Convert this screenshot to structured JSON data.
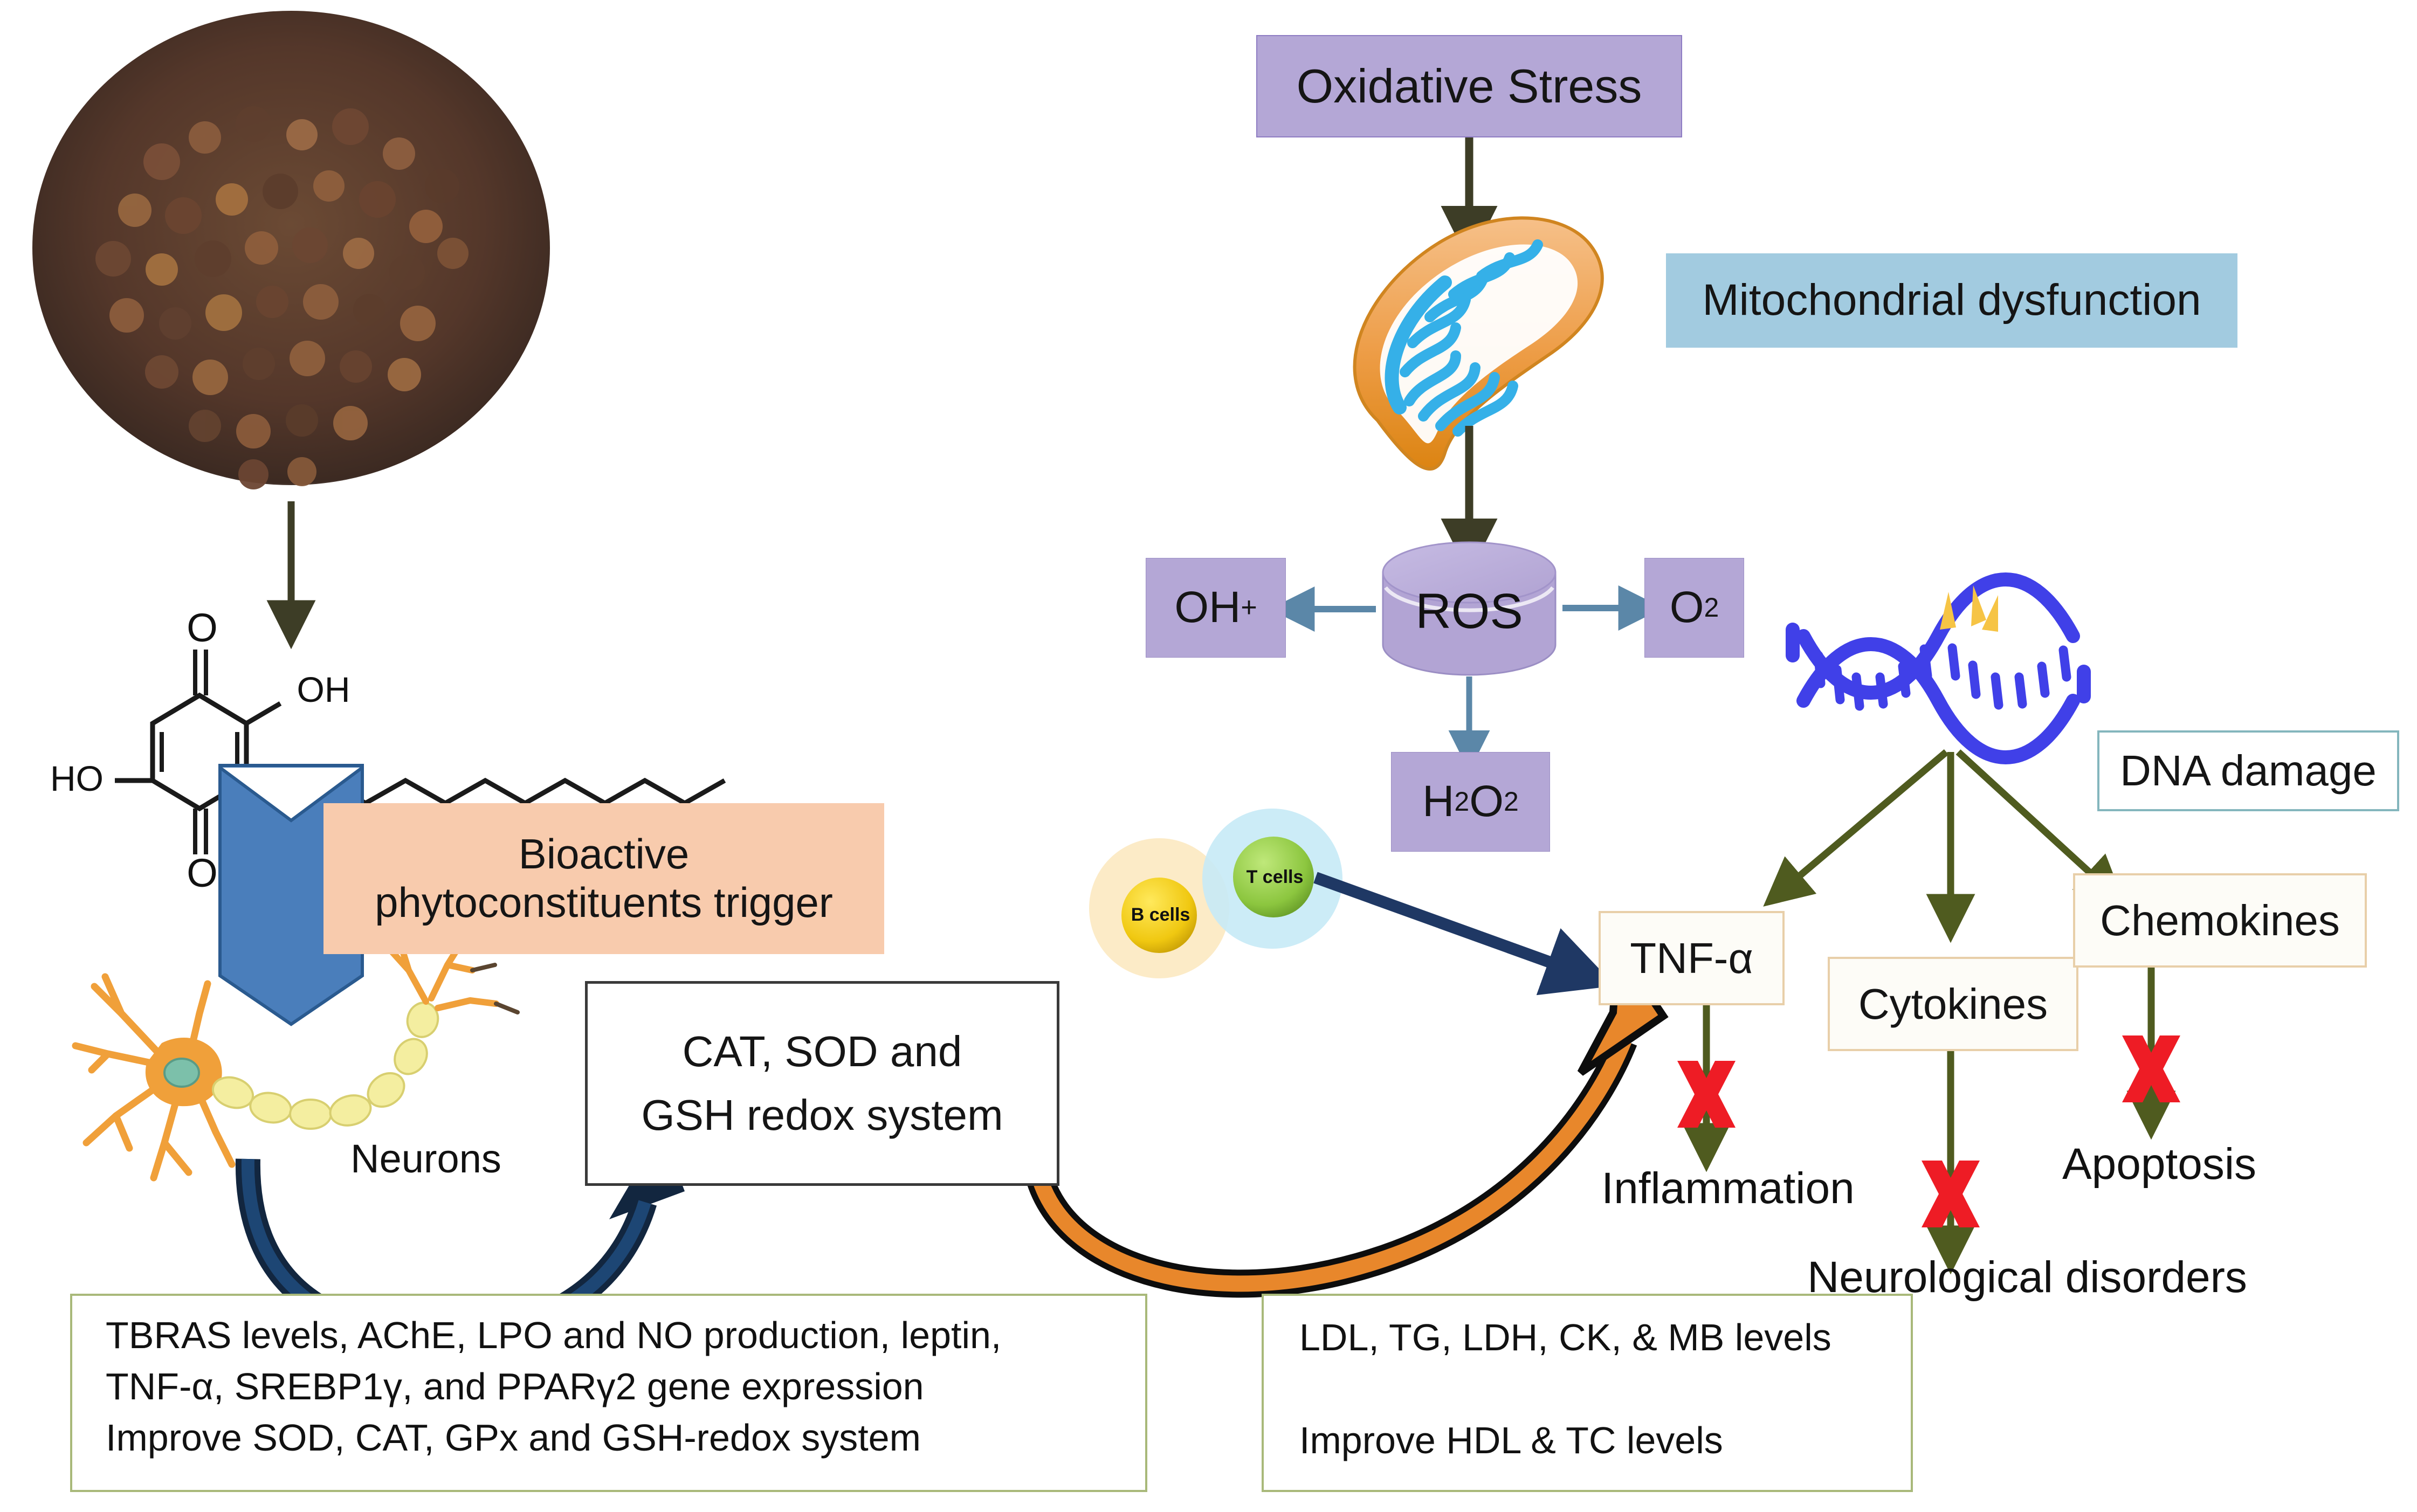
{
  "diagram": {
    "title": "Bioactive phytoconstituents mechanism against oxidative stress",
    "colors": {
      "purple": "#b4a7d6",
      "light_blue": "#a2cbe0",
      "tan_border": "#e8cfa9",
      "teal_border": "#84b6bd",
      "peach": "#f8cbad",
      "olive_border": "#a9b97a",
      "olive_arrow": "#4f5b1f",
      "navy_arrow": "#1f3864",
      "orange_arrow": "#e8872b",
      "steel_arrow": "#5b87a8",
      "red_x": "#ee1c25",
      "dna_blue": "#4040e8",
      "mito_orange": "#eda24d",
      "mito_cristae": "#35b0e8",
      "neuron_orange": "#f0a03a",
      "bcell_yellow": "#f2d024",
      "tcell_green": "#8cc63f"
    }
  },
  "nodes": {
    "oxidative_stress": "Oxidative Stress",
    "mitochondrial_dysfunction": "Mitochondrial dysfunction",
    "ros": "ROS",
    "oh_plus": "OH",
    "oh_plus_sup": "+",
    "o2": "O",
    "o2_sub": "2",
    "h2o2_h": "H",
    "h2o2_sub1": "2",
    "h2o2_o": "O",
    "h2o2_sub2": "2",
    "dna_damage": "DNA damage",
    "tnf_alpha": "TNF-α",
    "cytokines": "Cytokines",
    "chemokines": "Chemokines",
    "inflammation": "Inflammation",
    "neurological_disorders": "Neurological disorders",
    "apoptosis": "Apoptosis",
    "b_cells": "B cells",
    "t_cells": "T cells",
    "neurons": "Neurons",
    "bioactive_trigger_line1": "Bioactive",
    "bioactive_trigger_line2": "phytoconstituents trigger",
    "redox_line1": "CAT, SOD and",
    "redox_line2": "GSH redox system",
    "chem_o_top": "O",
    "chem_oh": "OH",
    "chem_ho": "HO",
    "chem_o_bottom": "O"
  },
  "outcome_left": {
    "line1": "TBRAS levels, AChE, LPO and NO production, leptin,",
    "line2": "TNF-α, SREBP1γ, and PPARγ2 gene expression",
    "line3": "Improve SOD, CAT, GPx and GSH-redox system"
  },
  "outcome_right": {
    "line1": "LDL, TG, LDH, CK, & MB levels",
    "line2": "Improve HDL & TC levels"
  },
  "icons": {
    "seeds": "seed-pile-icon",
    "mitochondrion": "mitochondrion-icon",
    "dna": "dna-helix-icon",
    "neuron": "neuron-icon",
    "red_x": "red-x-icon",
    "down_chevron": "down-chevron-arrow-icon"
  }
}
